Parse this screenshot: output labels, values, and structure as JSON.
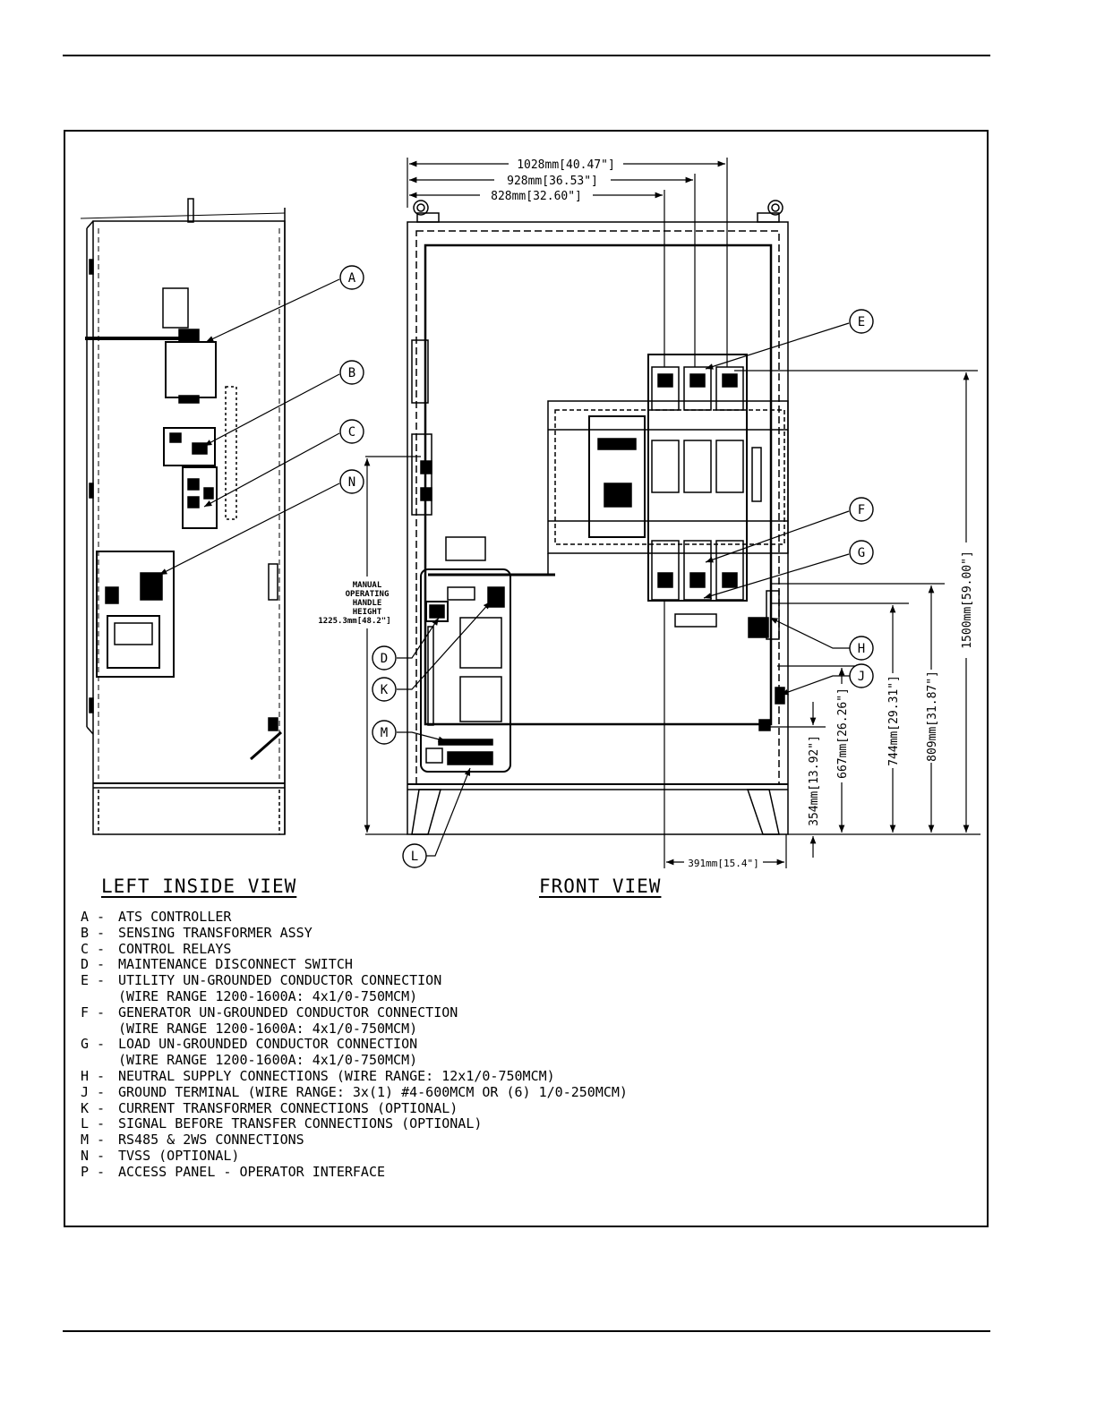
{
  "views": {
    "left_title": "LEFT INSIDE VIEW",
    "front_title": "FRONT VIEW"
  },
  "dimensions": {
    "width_overall": "1028mm[40.47\"]",
    "width_mid": "928mm[36.53\"]",
    "width_inner": "828mm[32.60\"]",
    "height_overall": "1500mm[59.00\"]",
    "height_809": "809mm[31.87\"]",
    "height_744": "744mm[29.31\"]",
    "height_667": "667mm[26.26\"]",
    "height_354": "354mm[13.92\"]",
    "side_391": "391mm[15.4\"]",
    "handle_line1": "MANUAL",
    "handle_line2": "OPERATING",
    "handle_line3": "HANDLE",
    "handle_line4": "HEIGHT",
    "handle_line5": "1225.3mm[48.2\"]"
  },
  "callouts": {
    "A": "A",
    "B": "B",
    "C": "C",
    "N": "N",
    "E": "E",
    "F": "F",
    "G": "G",
    "H": "H",
    "J": "J",
    "D": "D",
    "K": "K",
    "M": "M",
    "L": "L"
  },
  "legend": [
    {
      "key": "A -",
      "text": "ATS CONTROLLER"
    },
    {
      "key": "B -",
      "text": "SENSING TRANSFORMER ASSY"
    },
    {
      "key": "C -",
      "text": "CONTROL RELAYS"
    },
    {
      "key": "D -",
      "text": "MAINTENANCE DISCONNECT SWITCH"
    },
    {
      "key": "E -",
      "text": "UTILITY UN-GROUNDED CONDUCTOR CONNECTION"
    },
    {
      "key": "",
      "text": "(WIRE RANGE 1200-1600A: 4x1/0-750MCM)"
    },
    {
      "key": "F -",
      "text": "GENERATOR UN-GROUNDED CONDUCTOR CONNECTION"
    },
    {
      "key": "",
      "text": "(WIRE RANGE 1200-1600A: 4x1/0-750MCM)"
    },
    {
      "key": "G -",
      "text": "LOAD UN-GROUNDED CONDUCTOR CONNECTION"
    },
    {
      "key": "",
      "text": "(WIRE RANGE 1200-1600A: 4x1/0-750MCM)"
    },
    {
      "key": "H -",
      "text": "NEUTRAL SUPPLY CONNECTIONS (WIRE RANGE: 12x1/0-750MCM)"
    },
    {
      "key": "J -",
      "text": "GROUND TERMINAL (WIRE RANGE: 3x(1) #4-600MCM OR (6) 1/0-250MCM)"
    },
    {
      "key": "K -",
      "text": "CURRENT TRANSFORMER CONNECTIONS (OPTIONAL)"
    },
    {
      "key": "L -",
      "text": "SIGNAL BEFORE TRANSFER CONNECTIONS (OPTIONAL)"
    },
    {
      "key": "M -",
      "text": "RS485 & 2WS CONNECTIONS"
    },
    {
      "key": "N -",
      "text": "TVSS (OPTIONAL)"
    },
    {
      "key": "P -",
      "text": "ACCESS PANEL - OPERATOR INTERFACE"
    }
  ]
}
